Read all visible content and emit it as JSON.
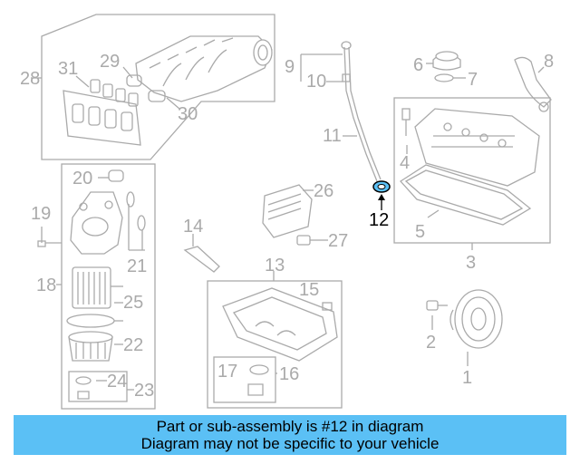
{
  "diagram": {
    "highlighted_part": "12",
    "highlight_color": "#5bc0f5",
    "line_color": "#aaaaaa",
    "callouts": {
      "c1": "1",
      "c2": "2",
      "c3": "3",
      "c4": "4",
      "c5": "5",
      "c6": "6",
      "c7": "7",
      "c8": "8",
      "c9": "9",
      "c10": "10",
      "c11": "11",
      "c12": "12",
      "c13": "13",
      "c14": "14",
      "c15": "15",
      "c16": "16",
      "c17": "17",
      "c18": "18",
      "c19": "19",
      "c20": "20",
      "c21": "21",
      "c22": "22",
      "c23": "23",
      "c24": "24",
      "c25": "25",
      "c26": "26",
      "c27": "27",
      "c28": "28",
      "c29": "29",
      "c30": "30",
      "c31": "31"
    }
  },
  "banner": {
    "line1": "Part or sub-assembly is #12 in diagram",
    "line2": "Diagram may not be specific to your vehicle",
    "color": "#5bc0f5"
  }
}
